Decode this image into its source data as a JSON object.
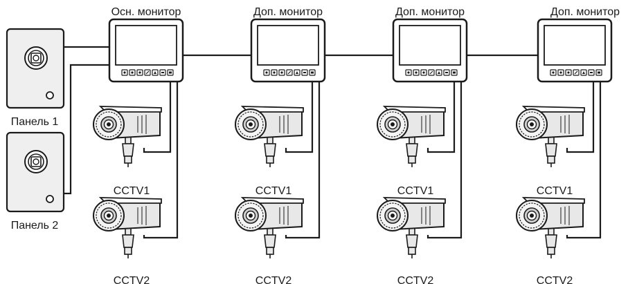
{
  "panels": [
    {
      "label": "Панель 1"
    },
    {
      "label": "Панель 2"
    }
  ],
  "monitors": [
    {
      "label": "Осн. монитор",
      "cameras": [
        {
          "label": "CCTV1"
        },
        {
          "label": "CCTV2"
        }
      ]
    },
    {
      "label": "Доп. монитор",
      "cameras": [
        {
          "label": "CCTV1"
        },
        {
          "label": "CCTV2"
        }
      ]
    },
    {
      "label": "Доп. монитор",
      "cameras": [
        {
          "label": "CCTV1"
        },
        {
          "label": "CCTV2"
        }
      ]
    },
    {
      "label": "Доп. монитор",
      "cameras": [
        {
          "label": "CCTV1"
        },
        {
          "label": "CCTV2"
        }
      ]
    }
  ],
  "colors": {
    "line": "#1a1a1a",
    "camera_fill": "#e8e8e8",
    "panel_fill": "#efefef"
  }
}
